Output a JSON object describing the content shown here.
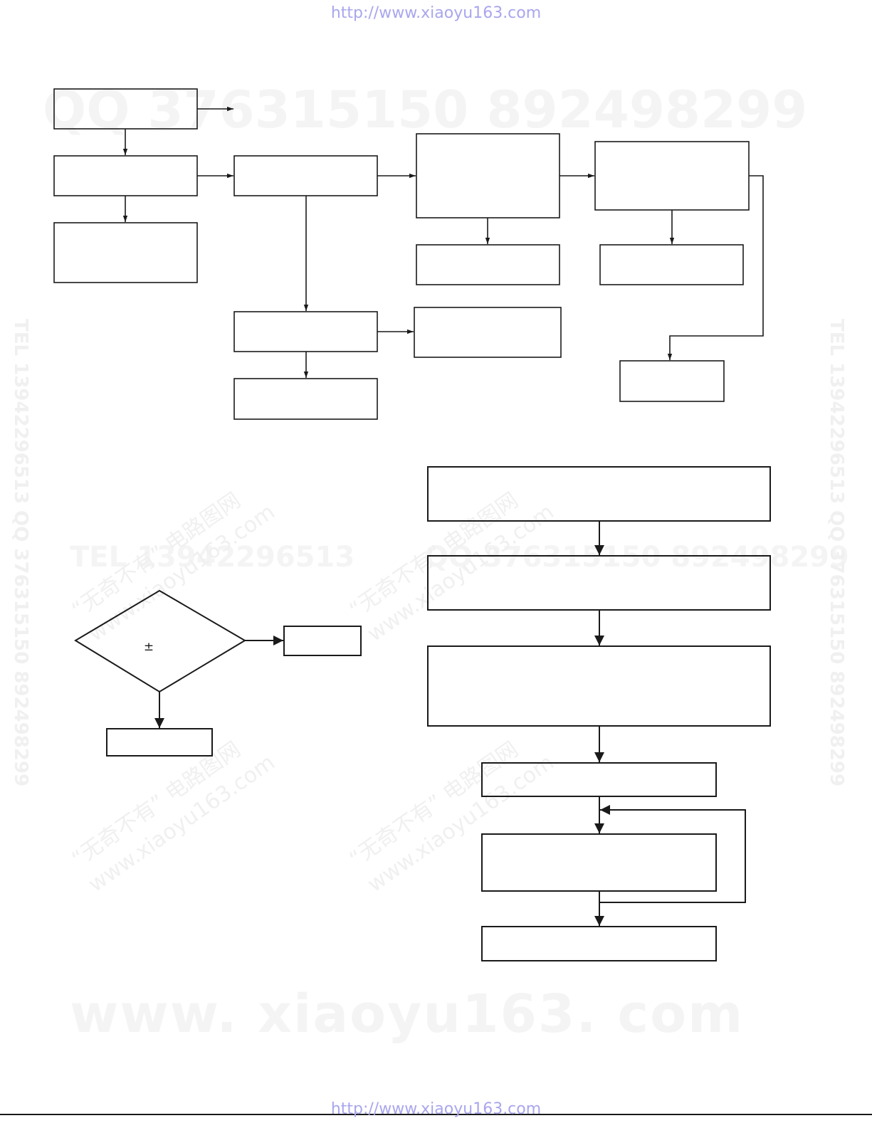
{
  "header": {
    "url": "http://www.xiaoyu163.com"
  },
  "footer": {
    "url": "http://www.xiaoyu163.com"
  },
  "diagram": {
    "decision_symbol": "±"
  },
  "watermarks": {
    "qq_banner": "QQ 376315150     892498299",
    "tel_banner": "TEL 13942296513",
    "qq_banner_2": "QQ 376315150 892498299",
    "side_vertical": "TEL 13942296513  QQ 376315150  892498299",
    "site_large": "www. xiaoyu163. com",
    "stamp_cn": "“无奇不有” 电路图网",
    "stamp_url": "www.xiaoyu163.com"
  },
  "colors": {
    "line": "#1a1a1a",
    "header_url": "#a9a6ee",
    "watermark": "#f2f2f2"
  }
}
